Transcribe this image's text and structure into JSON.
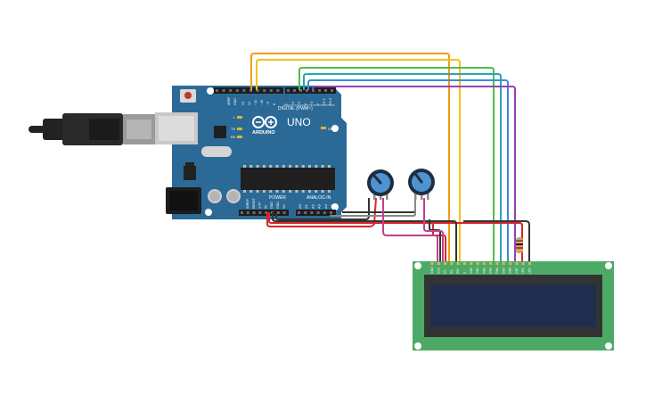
{
  "board": {
    "brand": "ARDUINO",
    "model": "UNO",
    "digital_label": "DIGITAL (PWM~)",
    "power_label": "POWER",
    "analog_label": "ANALOG IN",
    "on_label": "ON",
    "tx_label": "TX",
    "rx_label": "RX",
    "l_label": "L",
    "top_pins": [
      "AREF",
      "GND",
      "13",
      "12",
      "~11",
      "~10",
      "~9",
      "8",
      "7",
      "~6",
      "~5",
      "4",
      "~3",
      "2",
      "TX 1",
      "RX 0"
    ],
    "power_pins": [
      "IOREF",
      "RESET",
      "3.3V",
      "5V",
      "GND",
      "GND",
      "Vin"
    ],
    "analog_pins": [
      "A0",
      "A1",
      "A2",
      "A3",
      "A4",
      "A5"
    ]
  },
  "lcd": {
    "pins": [
      "GND",
      "VCC",
      "V0",
      "RS",
      "RW",
      "E",
      "DB0",
      "DB1",
      "DB2",
      "DB3",
      "DB4",
      "DB5",
      "DB6",
      "DB7",
      "LED",
      "LED"
    ]
  },
  "colors": {
    "board": "#2b6a96",
    "lcd_pcb": "#4caa66",
    "lcd_screen": "#1f2d4f",
    "wire_orange": "#f39c12",
    "wire_yellow": "#f1c40f",
    "wire_green": "#4fbf4a",
    "wire_teal": "#2aa5b5",
    "wire_blue": "#3b8fd6",
    "wire_purple": "#9b3fb5",
    "wire_red": "#d7262d",
    "wire_black": "#333333",
    "wire_magenta": "#c2408a",
    "wire_gray": "#888888"
  }
}
